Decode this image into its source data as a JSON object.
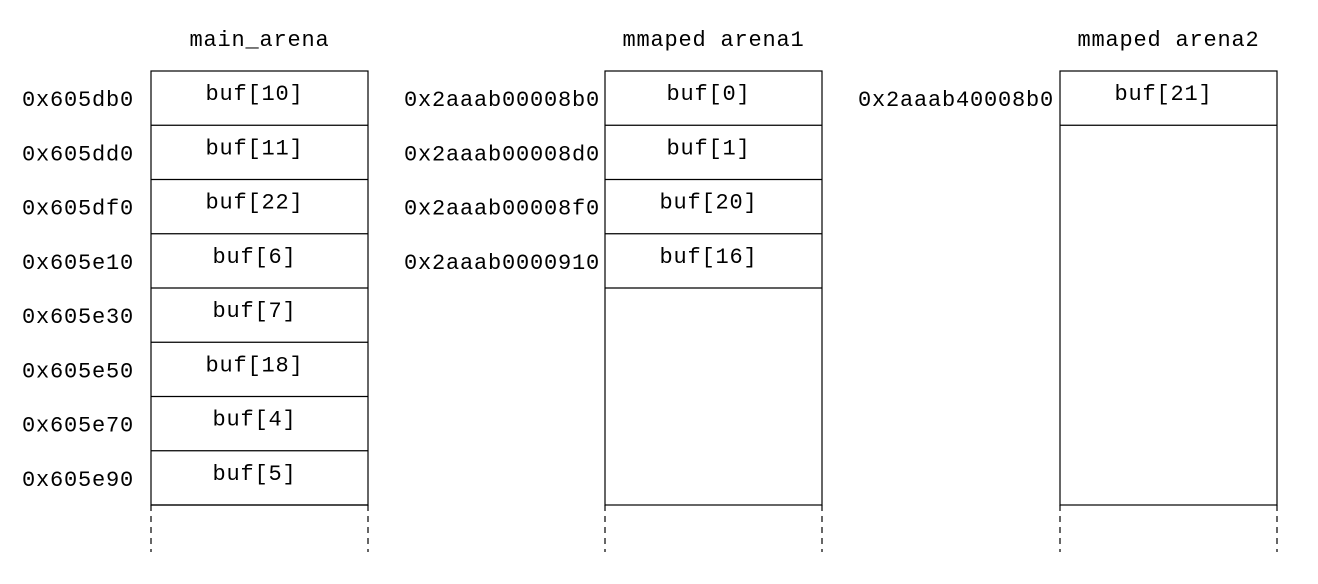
{
  "arenas": [
    {
      "title": "main_arena",
      "cells": [
        {
          "address": "0x605db0",
          "label": "buf[10]"
        },
        {
          "address": "0x605dd0",
          "label": "buf[11]"
        },
        {
          "address": "0x605df0",
          "label": "buf[22]"
        },
        {
          "address": "0x605e10",
          "label": "buf[6]"
        },
        {
          "address": "0x605e30",
          "label": "buf[7]"
        },
        {
          "address": "0x605e50",
          "label": "buf[18]"
        },
        {
          "address": "0x605e70",
          "label": "buf[4]"
        },
        {
          "address": "0x605e90",
          "label": "buf[5]"
        }
      ]
    },
    {
      "title": "mmaped arena1",
      "cells": [
        {
          "address": "0x2aaab00008b0",
          "label": "buf[0]"
        },
        {
          "address": "0x2aaab00008d0",
          "label": "buf[1]"
        },
        {
          "address": "0x2aaab00008f0",
          "label": "buf[20]"
        },
        {
          "address": "0x2aaab0000910",
          "label": "buf[16]"
        }
      ]
    },
    {
      "title": "mmaped arena2",
      "cells": [
        {
          "address": "0x2aaab40008b0",
          "label": "buf[21]"
        }
      ]
    }
  ]
}
